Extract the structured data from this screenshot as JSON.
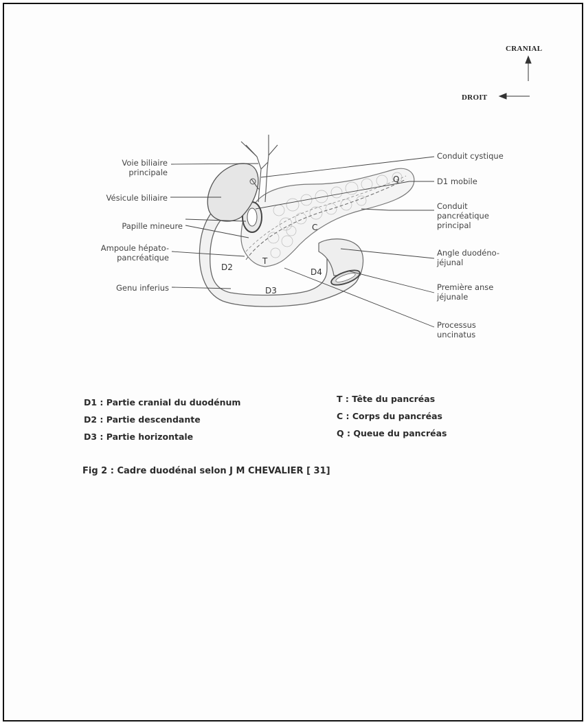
{
  "orientation": {
    "cranial": "CRANIAL",
    "droit": "DROIT"
  },
  "labels_left": {
    "voie_biliaire": "Voie biliaire\nprincipale",
    "vesicule": "Vésicule biliaire",
    "papille": "Papille mineure",
    "ampoule": "Ampoule hépato-\npancréatique",
    "genu": "Genu inferius"
  },
  "labels_right": {
    "conduit_cystique": "Conduit cystique",
    "d1_mobile": "D1 mobile",
    "conduit_pancreatique": "Conduit\npancréatique\nprincipal",
    "angle": "Angle duodéno-\njéjunal",
    "premiere_anse": "Première anse\njéjunale",
    "processus": "Processus\nuncinatus"
  },
  "inner_labels": {
    "q": "Q",
    "c": "C",
    "t": "T",
    "d2": "D2",
    "d3": "D3",
    "d4": "D4"
  },
  "legend": {
    "left": [
      "D1 : Partie cranial du duodénum",
      "D2 : Partie descendante",
      "D3 : Partie horizontale"
    ],
    "right": [
      "T : Tête du pancréas",
      "C : Corps du pancréas",
      "Q : Queue du pancréas"
    ]
  },
  "caption": "Fig 2 : Cadre duodénal selon J M  CHEVALIER   [ 31]"
}
